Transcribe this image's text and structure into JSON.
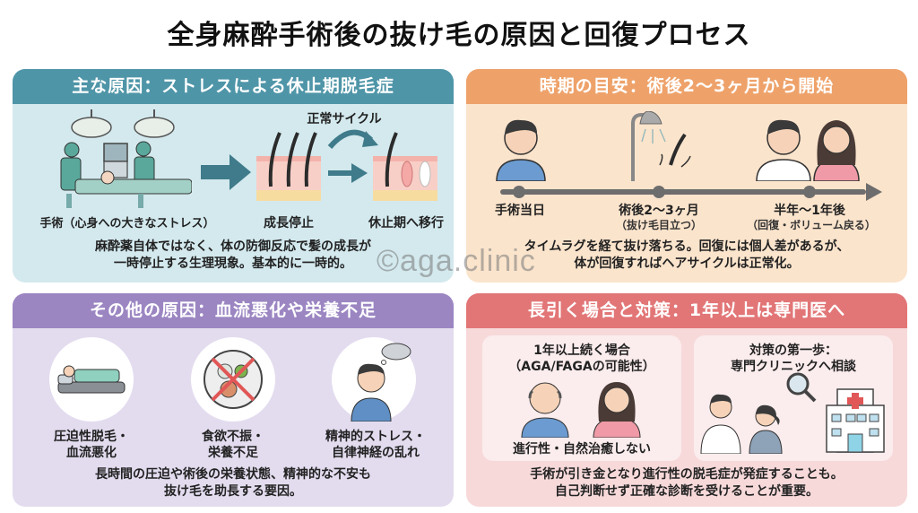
{
  "title": "全身麻酔手術後の抜け毛の原因と回復プロセス",
  "watermark": "©aga.clinic",
  "colors": {
    "panel1_header": "#4f95a8",
    "panel1_bg": "#d3e9ee",
    "panel2_header": "#eea26a",
    "panel2_bg": "#fbe4cc",
    "panel3_header": "#9b86c2",
    "panel3_bg": "#e3dcef",
    "panel4_header": "#e27677",
    "panel4_bg": "#f7d9da"
  },
  "panel1": {
    "header": "主な原因：ストレスによる休止期脱毛症",
    "illustration_labels": {
      "surgery": "手術（心身への大きなストレス）",
      "normal_cycle": "正常サイクル",
      "growth_stop": "成長停止",
      "telogen_shift": "休止期へ移行"
    },
    "description": [
      "麻酔薬自体ではなく、体の防御反応で髪の成長が",
      "一時停止する生理現象。基本的に一時的。"
    ]
  },
  "panel2": {
    "header": "時期の目安：術後2〜3ヶ月から開始",
    "timeline": [
      {
        "label": "手術当日",
        "sub": ""
      },
      {
        "label": "術後2〜3ヶ月",
        "sub": "（抜け毛目立つ）"
      },
      {
        "label": "半年〜1年後",
        "sub": "（回復・ボリューム戻る）"
      }
    ],
    "description": [
      "タイムラグを経て抜け落ちる。回復には個人差があるが、",
      "体が回復すればヘアサイクルは正常化。"
    ]
  },
  "panel3": {
    "header": "その他の原因：血流悪化や栄養不足",
    "items": [
      {
        "line1": "圧迫性脱毛・",
        "line2": "血流悪化"
      },
      {
        "line1": "食欲不振・",
        "line2": "栄養不足"
      },
      {
        "line1": "精神的ストレス・",
        "line2": "自律神経の乱れ"
      }
    ],
    "description": [
      "長時間の圧迫や術後の栄養状態、精神的な不安も",
      "抜け毛を助長する要因。"
    ]
  },
  "panel4": {
    "header": "長引く場合と対策：1年以上は専門医へ",
    "card_left": {
      "title1": "1年以上続く場合",
      "title2": "（AGA/FAGAの可能性）",
      "caption": "進行性・自然治癒しない"
    },
    "card_right": {
      "title1": "対策の第一歩：",
      "title2": "専門クリニックへ相談"
    },
    "description": [
      "手術が引き金となり進行性の脱毛症が発症することも。",
      "自己判断せず正確な診断を受けることが重要。"
    ]
  }
}
